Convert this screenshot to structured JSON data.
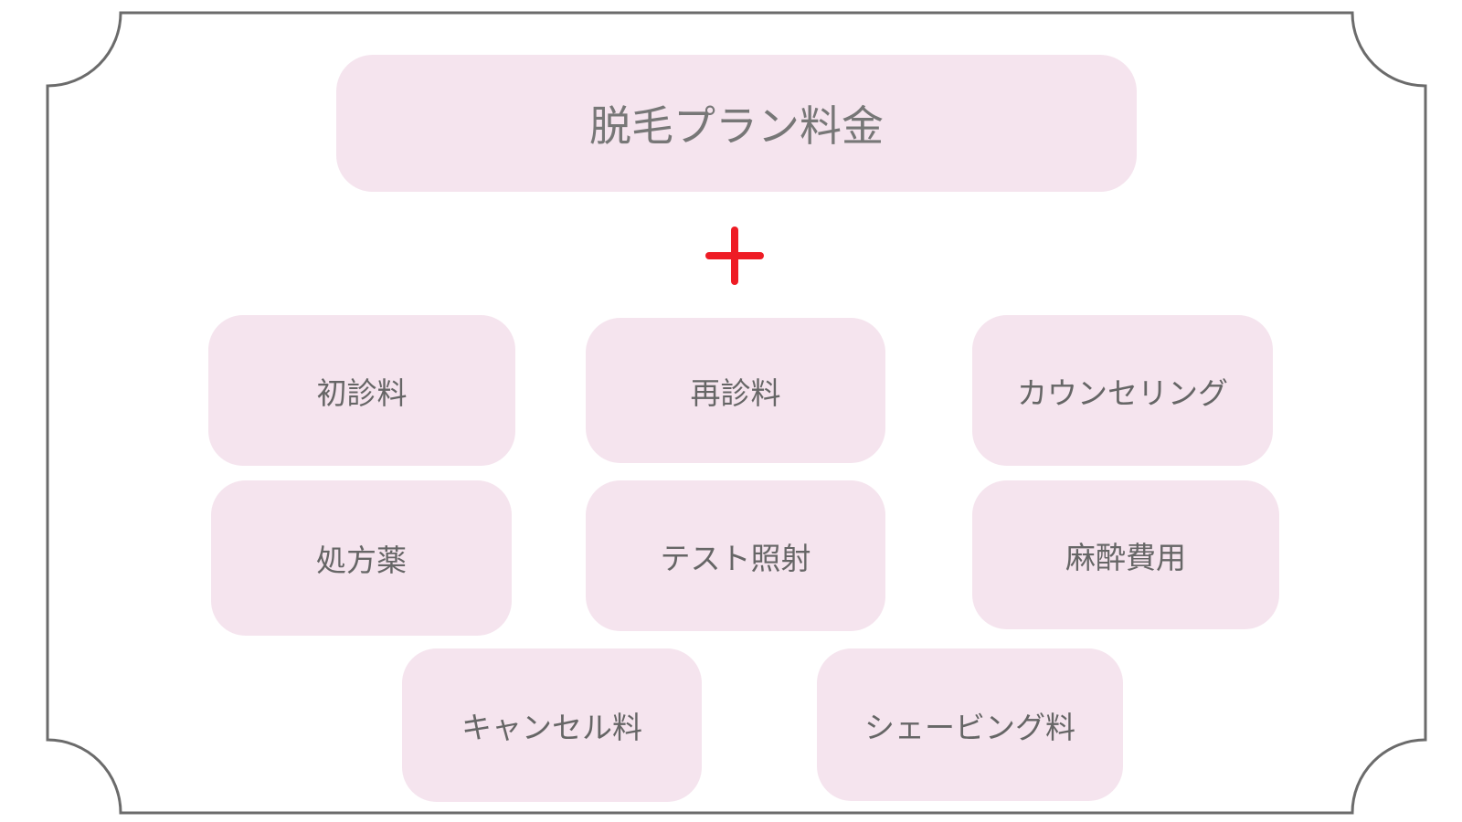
{
  "title": "脱毛プラン料金",
  "plus_icon": "plus-icon",
  "colors": {
    "pill_background": "#f5e4ee",
    "frame_border": "#6b6b6b",
    "plus": "#ee1c25",
    "text": "#666666"
  },
  "fees": [
    "初診料",
    "再診料",
    "カウンセリング",
    "処方薬",
    "テスト照射",
    "麻酔費用",
    "キャンセル料",
    "シェービング料"
  ]
}
